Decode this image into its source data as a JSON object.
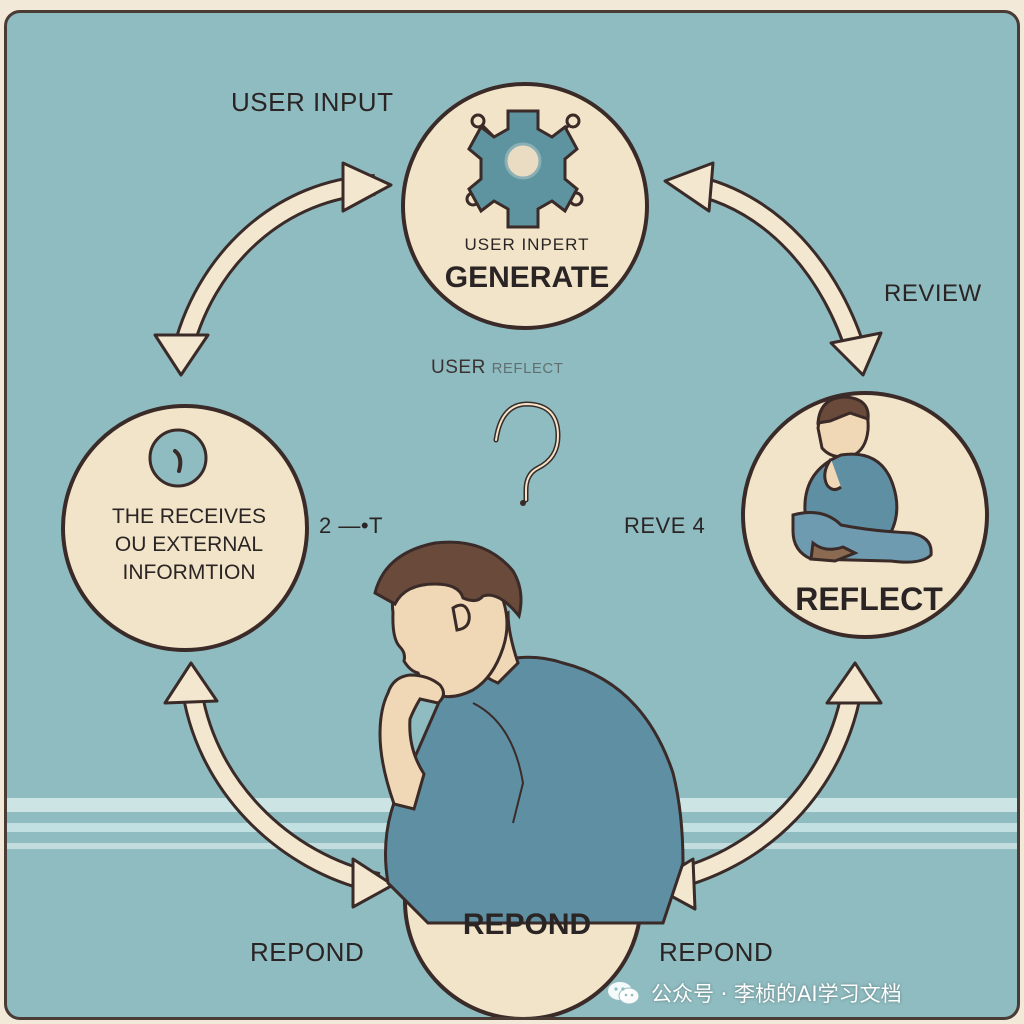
{
  "labels": {
    "top_left": "USER INPUT",
    "right_upper": "REVIEW",
    "center_caption": "USER",
    "center_caption_faded": "REFLECT",
    "mid_left_marker": "2 —•T",
    "mid_right_marker": "REVE 4",
    "bottom_left": "REPOND",
    "bottom_right": "REPOND"
  },
  "nodes": {
    "generate": {
      "subtitle": "USER INPERT",
      "title": "GENERATE"
    },
    "receive": {
      "line1": "THE RECEIVES",
      "line2": "OU EXTERNAL",
      "line3": "INFORMTION"
    },
    "reflect": {
      "title": "REFLECT"
    },
    "respond": {
      "title": "REPOND"
    }
  },
  "center_symbol": "?",
  "watermark": {
    "text": "公众号 · 李桢的AI学习文档",
    "icon": "wechat-icon"
  },
  "colors": {
    "background": "#8fbcc0",
    "node_fill": "#f2e4c8",
    "outline": "#3a2a28",
    "arrow_fill": "#f3e7cf",
    "gear": "#5e93a0",
    "shirt": "#5f8fa3",
    "skin": "#f0d8b6",
    "hair": "#6a4a3a",
    "water": "#d3e8e8"
  }
}
